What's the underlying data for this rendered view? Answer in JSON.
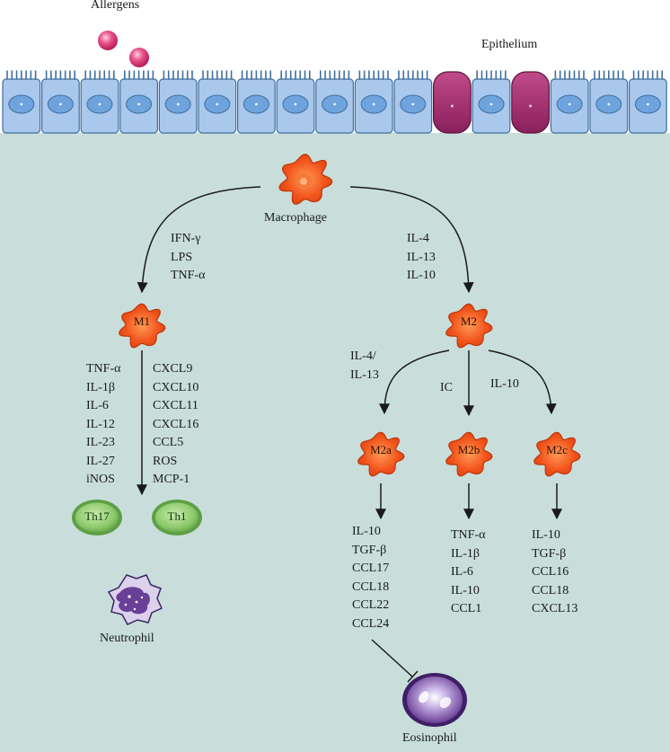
{
  "labels": {
    "allergens": "Allergens",
    "epithelium": "Epithelium",
    "macrophage": "Macrophage",
    "neutrophil": "Neutrophil",
    "eosinophil": "Eosinophil"
  },
  "cells": {
    "m1": "M1",
    "m2": "M2",
    "m2a": "M2a",
    "m2b": "M2b",
    "m2c": "M2c",
    "th17": "Th17",
    "th1": "Th1"
  },
  "stimuli": {
    "m1_inducers": [
      "IFN-γ",
      "LPS",
      "TNF-α"
    ],
    "m2_inducers": [
      "IL-4",
      "IL-13",
      "IL-10"
    ],
    "m2a_inducer": [
      "IL-4/",
      "IL-13"
    ],
    "m2b_inducer": "IC",
    "m2c_inducer": "IL-10"
  },
  "outputs": {
    "m1_left": [
      "TNF-α",
      "IL-1β",
      "IL-6",
      "IL-12",
      "IL-23",
      "IL-27",
      "iNOS"
    ],
    "m1_right": [
      "CXCL9",
      "CXCL10",
      "CXCL11",
      "CXCL16",
      "CCL5",
      "ROS",
      "MCP-1"
    ],
    "m2a": [
      "IL-10",
      "TGF-β",
      "CCL17",
      "CCL18",
      "CCL22",
      "CCL24"
    ],
    "m2b": [
      "TNF-α",
      "IL-1β",
      "IL-6",
      "IL-10",
      "CCL1"
    ],
    "m2c": [
      "IL-10",
      "TGF-β",
      "CCL16",
      "CCL18",
      "CXCL13"
    ]
  },
  "colors": {
    "tissue": "#c9dedb",
    "epithelial_cell": "#a9c8ec",
    "goblet_cell": "#9c2a6a",
    "macrophage": "#f2561d",
    "th_cell": "#8cc86a",
    "allergen": "#e0407a",
    "granulocyte": "#6a3f96"
  }
}
